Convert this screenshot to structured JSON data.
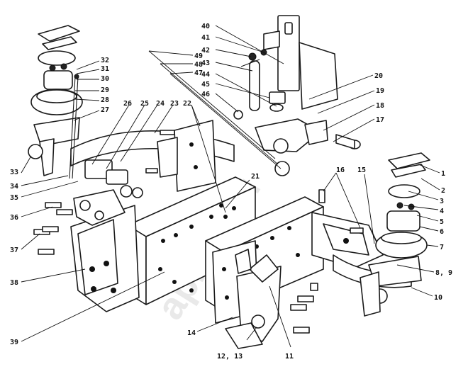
{
  "watermark": "apnex.ru",
  "callouts": [
    {
      "id": "c1",
      "label": "1"
    },
    {
      "id": "c2",
      "label": "2"
    },
    {
      "id": "c3",
      "label": "3"
    },
    {
      "id": "c4",
      "label": "4"
    },
    {
      "id": "c5",
      "label": "5"
    },
    {
      "id": "c6",
      "label": "6"
    },
    {
      "id": "c7",
      "label": "7"
    },
    {
      "id": "c89",
      "label": "8, 9"
    },
    {
      "id": "c10",
      "label": "10"
    },
    {
      "id": "c11",
      "label": "11"
    },
    {
      "id": "c1213",
      "label": "12, 13"
    },
    {
      "id": "c14",
      "label": "14"
    },
    {
      "id": "c15",
      "label": "15"
    },
    {
      "id": "c16",
      "label": "16"
    },
    {
      "id": "c17",
      "label": "17"
    },
    {
      "id": "c18",
      "label": "18"
    },
    {
      "id": "c19",
      "label": "19"
    },
    {
      "id": "c20",
      "label": "20"
    },
    {
      "id": "c21",
      "label": "21"
    },
    {
      "id": "c22",
      "label": "22"
    },
    {
      "id": "c23",
      "label": "23"
    },
    {
      "id": "c24",
      "label": "24"
    },
    {
      "id": "c25",
      "label": "25"
    },
    {
      "id": "c26",
      "label": "26"
    },
    {
      "id": "c27",
      "label": "27"
    },
    {
      "id": "c28",
      "label": "28"
    },
    {
      "id": "c29",
      "label": "29"
    },
    {
      "id": "c30",
      "label": "30"
    },
    {
      "id": "c31",
      "label": "31"
    },
    {
      "id": "c32",
      "label": "32"
    },
    {
      "id": "c33",
      "label": "33"
    },
    {
      "id": "c34",
      "label": "34"
    },
    {
      "id": "c35",
      "label": "35"
    },
    {
      "id": "c36",
      "label": "36"
    },
    {
      "id": "c37",
      "label": "37"
    },
    {
      "id": "c38",
      "label": "38"
    },
    {
      "id": "c39",
      "label": "39"
    },
    {
      "id": "c40",
      "label": "40"
    },
    {
      "id": "c41",
      "label": "41"
    },
    {
      "id": "c42",
      "label": "42"
    },
    {
      "id": "c43",
      "label": "43"
    },
    {
      "id": "c44",
      "label": "44"
    },
    {
      "id": "c45",
      "label": "45"
    },
    {
      "id": "c46",
      "label": "46"
    },
    {
      "id": "c47",
      "label": "47"
    },
    {
      "id": "c48",
      "label": "48"
    },
    {
      "id": "c49",
      "label": "49"
    }
  ]
}
